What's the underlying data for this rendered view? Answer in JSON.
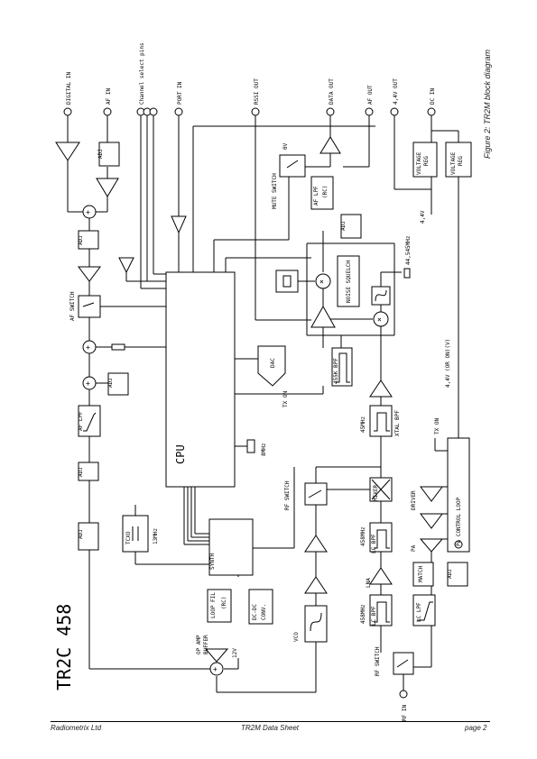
{
  "caption": "Figure 2: TR2M block diagram",
  "part_number": "TR2C 458",
  "footer": {
    "left": "Radiometrix Ltd",
    "center": "TR2M Data Sheet",
    "right": "page 2"
  },
  "ports": {
    "digital_in": "DIGITAL IN",
    "af_in": "AF IN",
    "channel_select": "Channel select pins",
    "port_in": "PORT IN",
    "rssi_out": "RSSI OUT",
    "data_out": "DATA OUT",
    "af_out": "AF OUT",
    "v44_out": "4,4V OUT",
    "dc_in": "DC IN",
    "rf_in": "RF IN",
    "tx_on": "TX ON"
  },
  "blocks": {
    "cpu": "CPU",
    "dac": "DAC",
    "synth": "SYNTH",
    "tcxo": "TCXO",
    "tcxo_freq": "13MHz",
    "cpu_xtal": "8MHz",
    "loop_fil": "LOOP FIL",
    "rc": "(RC)",
    "dcdc": "DC-DC",
    "dcdc2": "CONV.",
    "vco": "VCO",
    "op_amp_buffer": "OP AMP",
    "op_amp_buffer2": "BUFFER",
    "v12": "12V",
    "af_switch": "AF SWITCH",
    "af_lpf": "AF LPF",
    "adj": "ADJ",
    "mute_switch": "MUTE SWITCH",
    "zero_v": "0V",
    "af_lpf_rc": "AF LPF",
    "noise_squelch": "NOISE SQUELCH",
    "freq_44": "44,545MHz",
    "bpf_455": "455K BPF",
    "xtal_bpf": "XTAL BPF",
    "freq_45": "45MHz",
    "rf_switch": "RF SWITCH",
    "mixer": "MIXER",
    "lc_bpf": "LC BPF",
    "lna": "LNA",
    "freq_458": "458MHz",
    "driver": "DRIVER",
    "pa": "PA",
    "match": "MATCH",
    "lc_lpf": "LC LPF",
    "rf_switch2": "RF SWITCH",
    "pa_control_loop": "PA CONTROL LOOP",
    "v44_on": "4,4V (OR ON)(V)",
    "v44": "4,4V",
    "voltage_reg": "VOLTAGE",
    "reg": "REG"
  }
}
